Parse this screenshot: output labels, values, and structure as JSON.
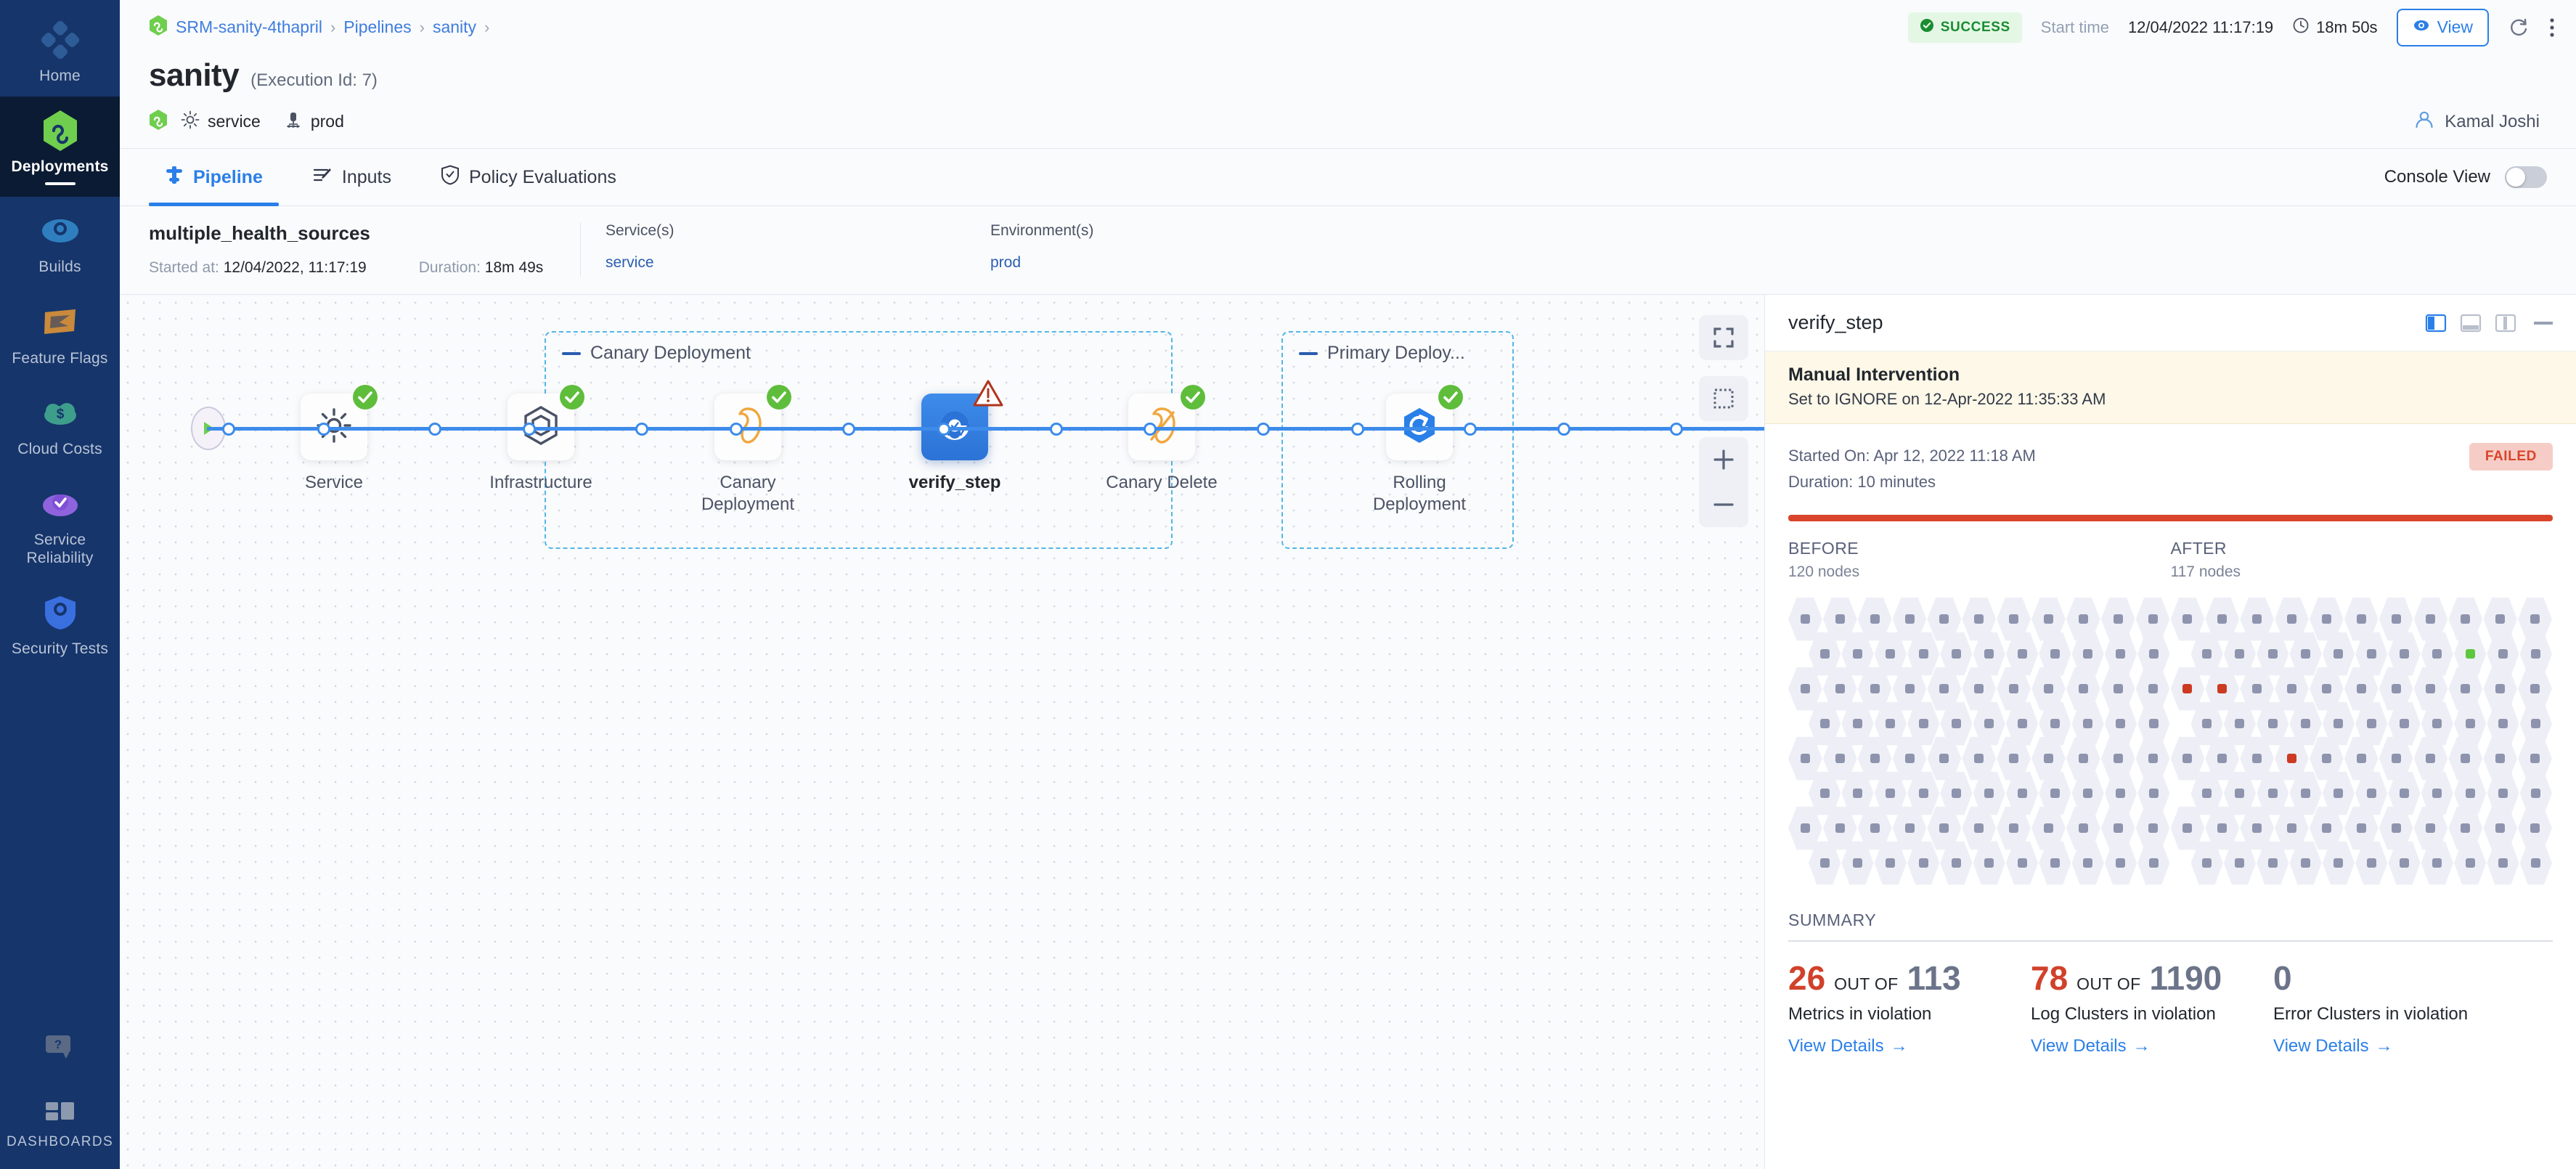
{
  "sidebar": {
    "items": [
      {
        "label": "Home",
        "icon": "home-grid-icon",
        "active": false
      },
      {
        "label": "Deployments",
        "icon": "deployments-infinity-icon",
        "active": true
      },
      {
        "label": "Builds",
        "icon": "builds-icon",
        "active": false
      },
      {
        "label": "Feature Flags",
        "icon": "feature-flags-icon",
        "active": false
      },
      {
        "label": "Cloud Costs",
        "icon": "cloud-costs-icon",
        "active": false
      },
      {
        "label": "Service Reliability",
        "icon": "service-reliability-icon",
        "active": false
      },
      {
        "label": "Security Tests",
        "icon": "security-tests-shield-icon",
        "active": false
      }
    ],
    "help": {
      "label": "",
      "icon": "help-chat-icon"
    },
    "dashboards": {
      "label": "DASHBOARDS",
      "icon": "dashboards-grid-icon"
    }
  },
  "topbar": {
    "breadcrumbs": [
      {
        "label": "SRM-sanity-4thapril"
      },
      {
        "label": "Pipelines"
      },
      {
        "label": "sanity"
      }
    ],
    "separator": "›",
    "status": "SUCCESS",
    "start_time_label": "Start time",
    "start_time_value": "12/04/2022 11:17:19",
    "duration": "18m 50s",
    "view_button": "View",
    "refresh_icon": "refresh-icon",
    "more_icon": "more-vertical-icon"
  },
  "header": {
    "title": "sanity",
    "execution_id": "(Execution Id: 7)",
    "service_chip": "service",
    "env_chip": "prod",
    "user": "Kamal Joshi"
  },
  "tabs": [
    {
      "label": "Pipeline",
      "icon": "pipeline-icon",
      "active": true
    },
    {
      "label": "Inputs",
      "icon": "inputs-icon",
      "active": false
    },
    {
      "label": "Policy Evaluations",
      "icon": "policy-shield-check-icon",
      "active": false
    }
  ],
  "console_view": {
    "label": "Console View",
    "enabled": false
  },
  "execution": {
    "name": "multiple_health_sources",
    "started_at_label": "Started at:",
    "started_at_value": "12/04/2022, 11:17:19",
    "duration_label": "Duration:",
    "duration_value": "18m 49s",
    "services_header": "Service(s)",
    "services_value": "service",
    "environments_header": "Environment(s)",
    "environments_value": "prod"
  },
  "canvas": {
    "tools": [
      {
        "name": "fit-screen-icon"
      },
      {
        "name": "selection-box-icon"
      },
      {
        "name": "zoom-in-icon"
      },
      {
        "name": "zoom-out-icon"
      }
    ],
    "groups": [
      {
        "label": "Canary Deployment"
      },
      {
        "label": "Primary Deploy..."
      }
    ],
    "nodes": [
      {
        "label": "Service",
        "status": "success",
        "icon": "gear-icon"
      },
      {
        "label": "Infrastructure",
        "status": "success",
        "icon": "hexagon-infra-icon"
      },
      {
        "label": "Canary Deployment",
        "status": "success",
        "icon": "canary-bird-icon"
      },
      {
        "label": "verify_step",
        "status": "warning",
        "icon": "verify-parachute-icon",
        "selected": true
      },
      {
        "label": "Canary Delete",
        "status": "success",
        "icon": "canary-delete-icon"
      },
      {
        "label": "Rolling Deployment",
        "status": "success",
        "icon": "rolling-deployment-icon"
      }
    ]
  },
  "panel": {
    "title": "verify_step",
    "layout_icons": [
      "panel-right-layout-icon",
      "panel-bottom-layout-icon",
      "panel-left-layout-icon"
    ],
    "minimize_icon": "minimize-icon",
    "manual_intervention": {
      "title": "Manual Intervention",
      "subtitle": "Set to IGNORE on 12-Apr-2022 11:35:33 AM"
    },
    "started_on": "Started On: Apr 12, 2022 11:18 AM",
    "duration": "Duration: 10 minutes",
    "status": "FAILED",
    "before": {
      "header": "BEFORE",
      "nodes": "120 nodes"
    },
    "after": {
      "header": "AFTER",
      "nodes": "117 nodes"
    },
    "summary_header": "SUMMARY",
    "summary_cards": [
      {
        "value": "26",
        "value_color": "red",
        "out_of_label": "OUT OF",
        "total": "113",
        "total_color": "grey",
        "description": "Metrics in violation",
        "link": "View Details"
      },
      {
        "value": "78",
        "value_color": "red",
        "out_of_label": "OUT OF",
        "total": "1190",
        "total_color": "grey",
        "description": "Log Clusters in violation",
        "link": "View Details"
      },
      {
        "value": "0",
        "value_color": "grey",
        "out_of_label": "",
        "total": "",
        "total_color": "grey",
        "description": "Error Clusters in violation",
        "link": "View Details"
      }
    ],
    "link_arrow": "→"
  },
  "colors": {
    "accent": "#2a7fe8",
    "success": "#5ec83c",
    "failed": "#d9442a",
    "sidebar": "#16356b",
    "warning": "#f0a73f"
  }
}
